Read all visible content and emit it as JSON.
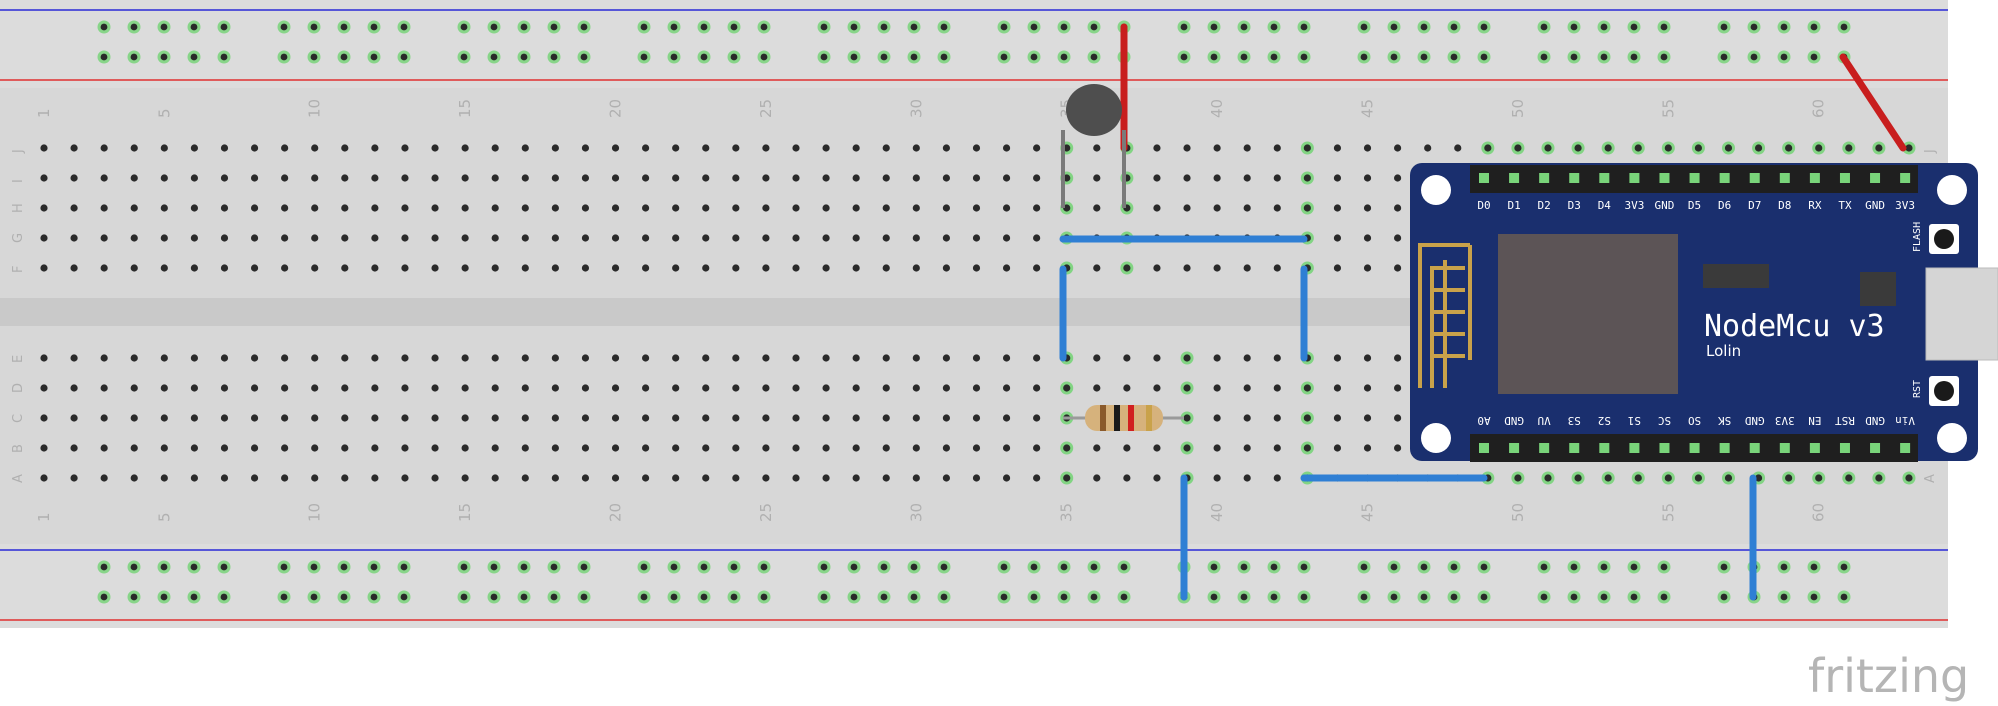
{
  "breadboard": {
    "row_letters_top": [
      "J",
      "I",
      "H",
      "G",
      "F"
    ],
    "row_letters_bottom": [
      "E",
      "D",
      "C",
      "B",
      "A"
    ],
    "column_numbers": [
      "1",
      "5",
      "10",
      "15",
      "20",
      "25",
      "30",
      "35",
      "40",
      "45",
      "50",
      "55",
      "60"
    ]
  },
  "board": {
    "name": "NodeMcu v3",
    "maker": "Lolin",
    "flash_label": "FLASH",
    "rst_label": "RST",
    "top_pins": [
      "D0",
      "D1",
      "D2",
      "D3",
      "D4",
      "3V3",
      "GND",
      "D5",
      "D6",
      "D7",
      "D8",
      "RX",
      "TX",
      "GND",
      "3V3"
    ],
    "bottom_pins": [
      "A0",
      "GND",
      "VU",
      "S3",
      "S2",
      "S1",
      "SC",
      "SO",
      "SK",
      "GND",
      "3V3",
      "EN",
      "RST",
      "GND",
      "Vin"
    ]
  },
  "colors": {
    "board_blue": "#1a2f6e",
    "wire_blue": "#2f7fd4",
    "wire_red": "#c81e1e",
    "highlight_green": "#79d47a",
    "rail_red": "#e03030",
    "rail_blue": "#2a2ad6"
  },
  "logo": "fritzing"
}
